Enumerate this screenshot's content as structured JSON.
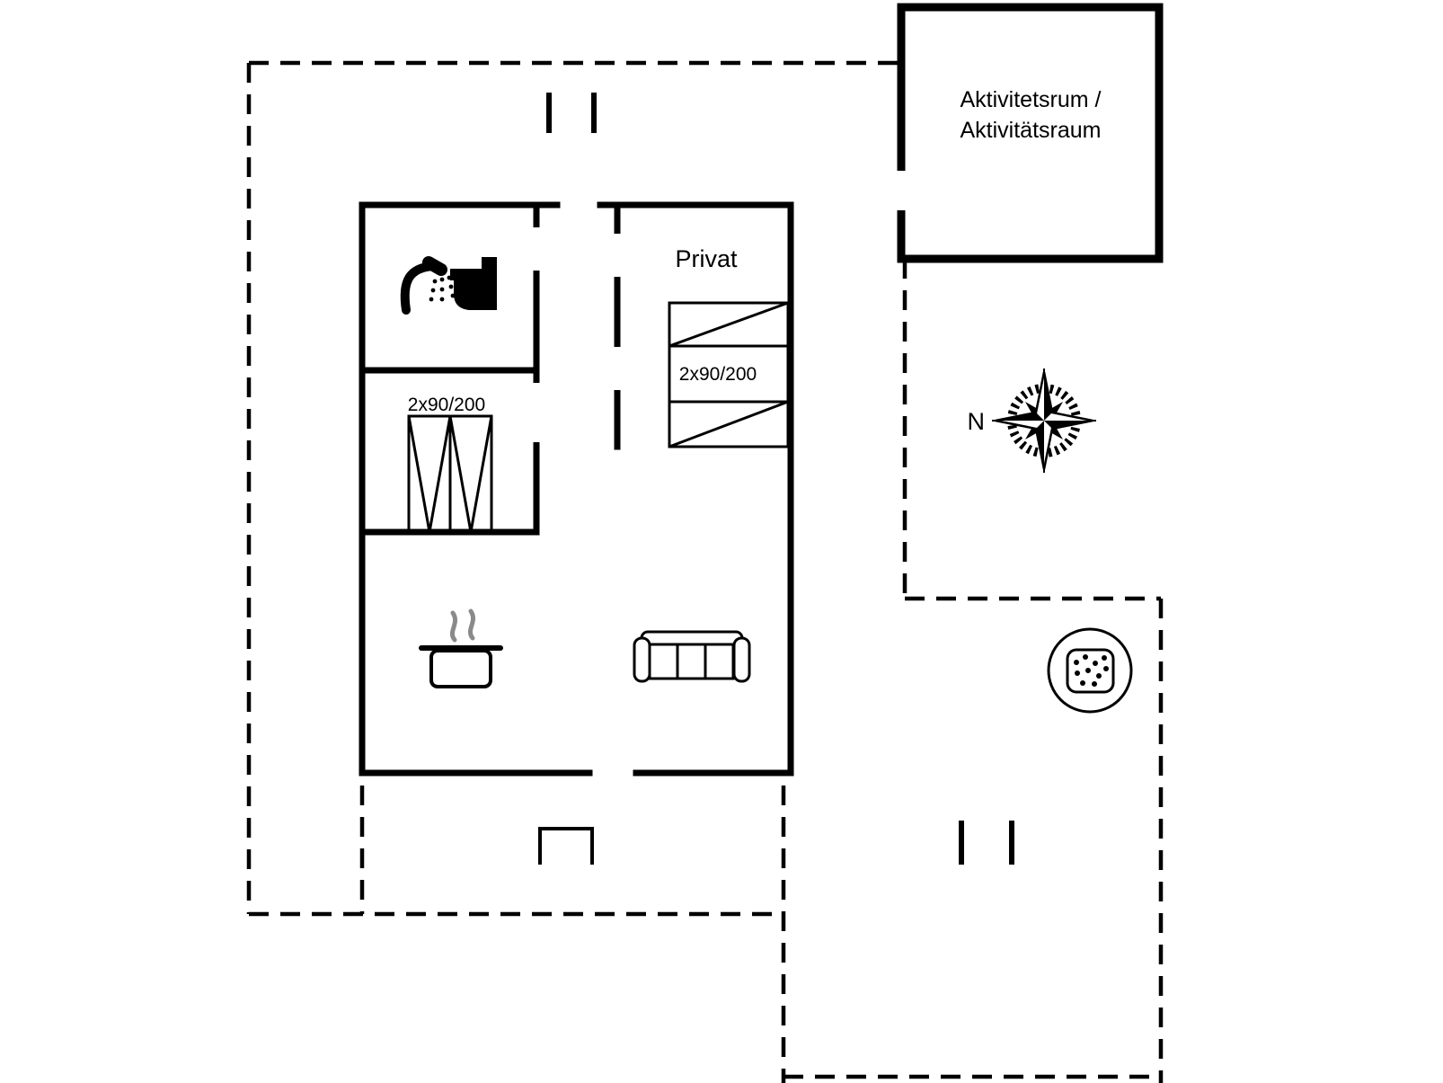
{
  "page": {
    "type": "holiday-home-floor-plan"
  },
  "labels": {
    "activity_room_line1": "Aktivitetsrum /",
    "activity_room_line2": "Aktivitätsraum",
    "privat_room": "Privat",
    "bedroom_bed_size": "2x90/200",
    "privat_bed_size": "2x90/200",
    "compass_north": "N"
  },
  "icons": {
    "shower": "shower-icon",
    "toilet": "toilet-icon",
    "cooking_pot": "cooking-pot-icon",
    "sofa": "sofa-icon",
    "compass_rose": "compass-rose-icon",
    "hot_tub": "hot-tub-icon",
    "double_bed_bedroom": "bedroom-bed-icon",
    "double_bed_privat": "privat-bed-icon"
  },
  "colors": {
    "wall": "#000000",
    "background": "#ffffff",
    "steam": "#8a8a8a"
  }
}
